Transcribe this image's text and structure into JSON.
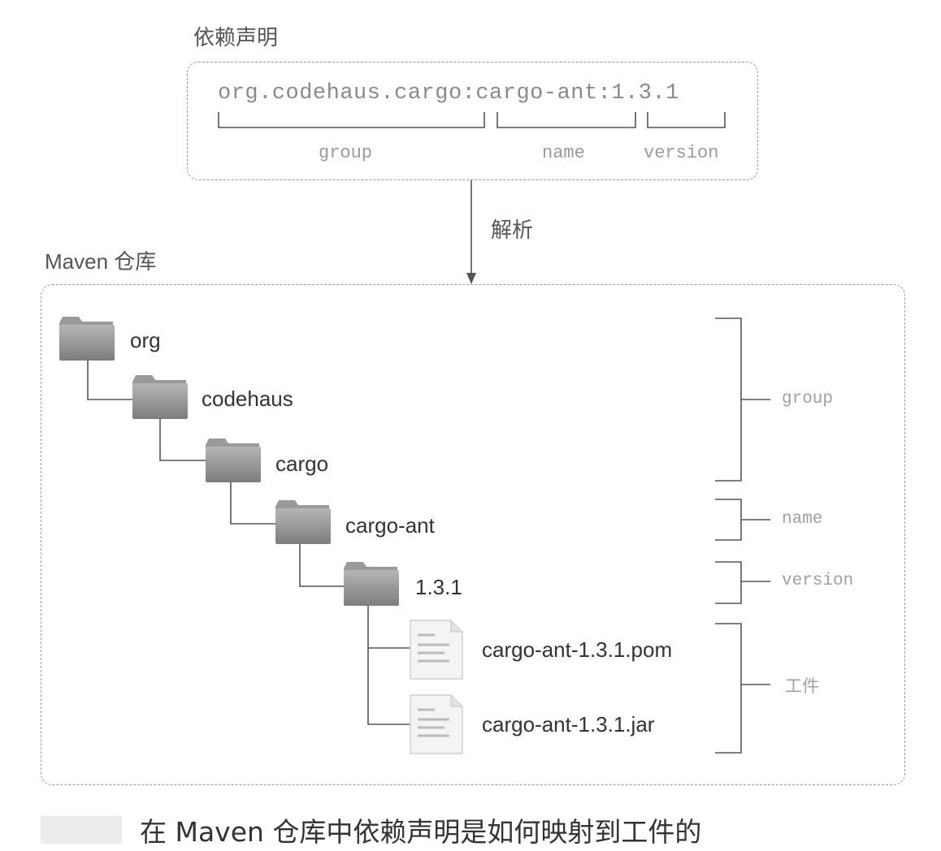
{
  "declaration": {
    "label": "依赖声明",
    "coordinate": "org.codehaus.cargo:cargo-ant:1.3.1",
    "parts": {
      "group": "group",
      "name": "name",
      "version": "version"
    }
  },
  "resolve_label": "解析",
  "repository": {
    "label": "Maven 仓库",
    "folders": [
      "org",
      "codehaus",
      "cargo",
      "cargo-ant",
      "1.3.1"
    ],
    "files": [
      "cargo-ant-1.3.1.pom",
      "cargo-ant-1.3.1.jar"
    ],
    "brackets": {
      "group": "group",
      "name": "name",
      "version": "version",
      "artifact": "工件"
    }
  },
  "caption": "在 Maven 仓库中依赖声明是如何映射到工件的",
  "icons": {
    "folder": "folder-icon",
    "file": "file-icon"
  },
  "colors": {
    "folder": "#8e8e8e",
    "line": "#555555",
    "border": "#9a9a9a"
  }
}
